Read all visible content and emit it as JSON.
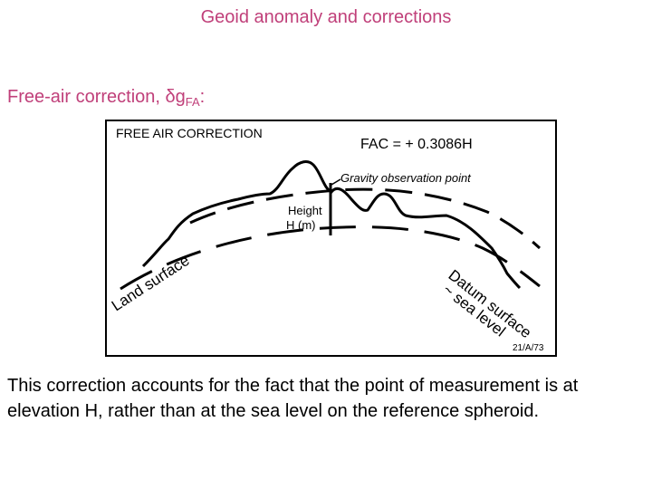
{
  "slide": {
    "title": "Geoid anomaly and corrections",
    "heading_prefix": "Free-air correction, ",
    "heading_symbol": "δ",
    "heading_var": "g",
    "heading_sub": "FA",
    "heading_suffix": ":",
    "body": "This correction accounts for the fact that the point of measurement is at elevation H, rather than at the sea level on the reference spheroid."
  },
  "figure": {
    "label_title": "FREE AIR CORRECTION",
    "label_fac": "FAC  = + 0.3086H",
    "label_observation": "Gravity observation point",
    "label_height": "Height",
    "label_h": "H  (m)",
    "label_land": "Land surface",
    "label_datum_line1": "Datum surface",
    "label_datum_line2": "~ sea level",
    "label_code": "21/A/73"
  },
  "colors": {
    "title": "#c0407a",
    "text": "#000000"
  }
}
